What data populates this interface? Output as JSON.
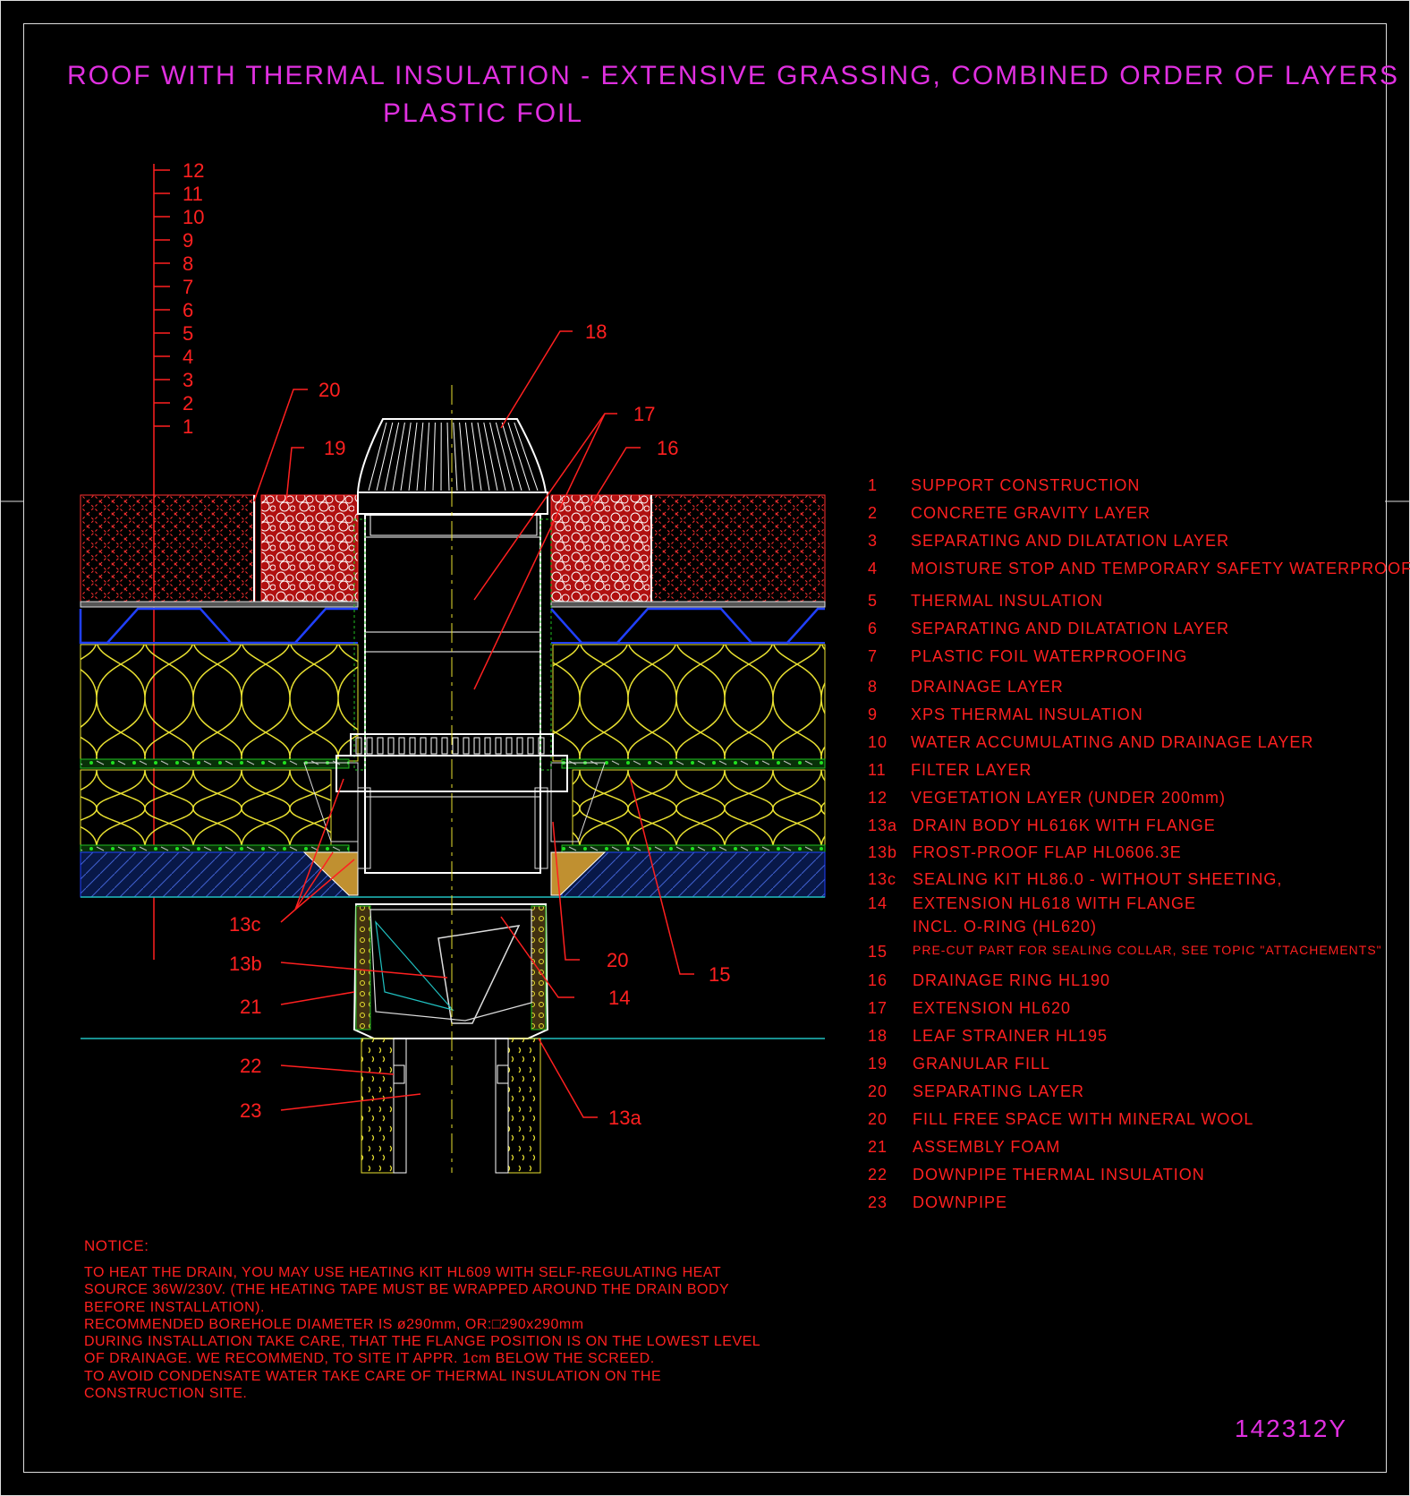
{
  "title": {
    "line1": "ROOF WITH THERMAL INSULATION - EXTENSIVE GRASSING, COMBINED ORDER OF LAYERS",
    "line2": "PLASTIC FOIL"
  },
  "drawing_code": "142312Y",
  "scale_labels": [
    "12",
    "11",
    "10",
    "9",
    "8",
    "7",
    "6",
    "5",
    "4",
    "3",
    "2",
    "1"
  ],
  "callouts": {
    "c18": "18",
    "c17": "17",
    "c16": "16",
    "c20a": "20",
    "c19": "19",
    "c13c": "13c",
    "c13b": "13b",
    "c21": "21",
    "c20b": "20",
    "c14": "14",
    "c15": "15",
    "c22": "22",
    "c23": "23",
    "c13a": "13a"
  },
  "legend": [
    {
      "num": "1",
      "text": "SUPPORT CONSTRUCTION"
    },
    {
      "num": "2",
      "text": "CONCRETE GRAVITY LAYER"
    },
    {
      "num": "3",
      "text": "SEPARATING AND DILATATION LAYER"
    },
    {
      "num": "4",
      "text": "MOISTURE STOP AND TEMPORARY SAFETY WATERPROOFING"
    },
    {
      "num": "5",
      "text": "THERMAL INSULATION"
    },
    {
      "num": "6",
      "text": "SEPARATING AND DILATATION LAYER"
    },
    {
      "num": "7",
      "text": "PLASTIC FOIL WATERPROOFING"
    },
    {
      "num": "8",
      "text": "DRAINAGE LAYER"
    },
    {
      "num": "9",
      "text": "XPS THERMAL INSULATION"
    },
    {
      "num": "10",
      "text": "WATER ACCUMULATING AND DRAINAGE LAYER"
    },
    {
      "num": "11",
      "text": "FILTER LAYER"
    },
    {
      "num": "12",
      "text": "VEGETATION LAYER (UNDER 200mm)"
    },
    {
      "num": "13a",
      "text": "DRAIN BODY HL616K WITH FLANGE"
    },
    {
      "num": "13b",
      "text": "FROST-PROOF FLAP HL0606.3E"
    },
    {
      "num": "13c",
      "text": "SEALING KIT HL86.0 - WITHOUT SHEETING,"
    },
    {
      "num": "14",
      "text": "EXTENSION HL618 WITH FLANGE"
    },
    {
      "num": "",
      "text": "INCL. O-RING (HL620)"
    },
    {
      "num": "15",
      "text": "PRE-CUT PART FOR SEALING COLLAR, SEE TOPIC \"ATTACHEMENTS\""
    },
    {
      "num": "16",
      "text": "DRAINAGE RING HL190"
    },
    {
      "num": "17",
      "text": "EXTENSION HL620"
    },
    {
      "num": "18",
      "text": "LEAF STRAINER HL195"
    },
    {
      "num": "19",
      "text": "GRANULAR FILL"
    },
    {
      "num": "20",
      "text": "SEPARATING LAYER"
    },
    {
      "num": "20",
      "text": "FILL FREE SPACE WITH MINERAL WOOL"
    },
    {
      "num": "21",
      "text": "ASSEMBLY FOAM"
    },
    {
      "num": "22",
      "text": "DOWNPIPE THERMAL INSULATION"
    },
    {
      "num": "23",
      "text": "DOWNPIPE"
    }
  ],
  "notice": {
    "heading": "NOTICE:",
    "lines": [
      "TO HEAT THE DRAIN, YOU MAY USE HEATING KIT HL609 WITH SELF-REGULATING HEAT",
      "SOURCE 36W/230V. (THE HEATING TAPE MUST BE WRAPPED AROUND THE DRAIN BODY",
      "BEFORE INSTALLATION).",
      "RECOMMENDED BOREHOLE DIAMETER IS ø290mm, OR:□290x290mm",
      "DURING INSTALLATION TAKE CARE, THAT THE FLANGE POSITION IS ON THE LOWEST LEVEL",
      "OF DRAINAGE. WE RECOMMEND, TO SITE IT APPR. 1cm BELOW THE SCREED.",
      "TO AVOID CONDENSATE WATER TAKE CARE OF THERMAL INSULATION ON THE",
      "CONSTRUCTION SITE."
    ]
  },
  "colors": {
    "background": "#000000",
    "title": "#e030e0",
    "annotation": "#ff2020",
    "insulation": "#e8e030",
    "drainage": "#2040ff",
    "foil": "#20c020",
    "structure": "#ffffff",
    "base_line": "#20c0c0"
  }
}
